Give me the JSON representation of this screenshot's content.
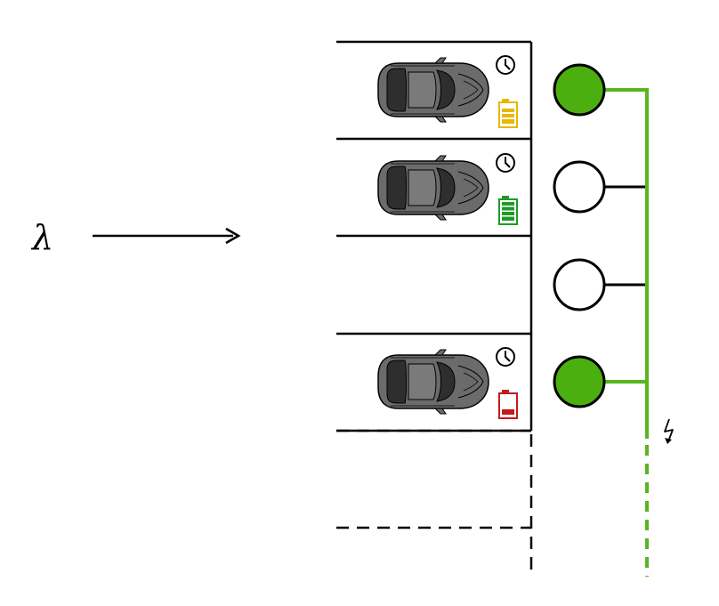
{
  "diagram": {
    "arrival_label": "λ",
    "colors": {
      "active": "#4caf10",
      "active_stroke": "#000000",
      "inactive_fill": "#ffffff",
      "wire_active": "#58b51e",
      "wire_inactive": "#000000",
      "car_body": "#6b6b6b",
      "car_glass": "#2e2e2e",
      "battery_yellow": "#e6b800",
      "battery_green": "#1e9a2a",
      "battery_red": "#c21b1b"
    },
    "bays": [
      {
        "occupied": true,
        "charging": true,
        "battery": "yellow",
        "battery_level": 0.75
      },
      {
        "occupied": true,
        "charging": false,
        "battery": "green",
        "battery_level": 1.0
      },
      {
        "occupied": false,
        "charging": false
      },
      {
        "occupied": true,
        "charging": true,
        "battery": "red",
        "battery_level": 0.25
      }
    ],
    "icons": {
      "clock": "clock-icon",
      "battery": "battery-icon",
      "power": "lightning-icon"
    }
  }
}
